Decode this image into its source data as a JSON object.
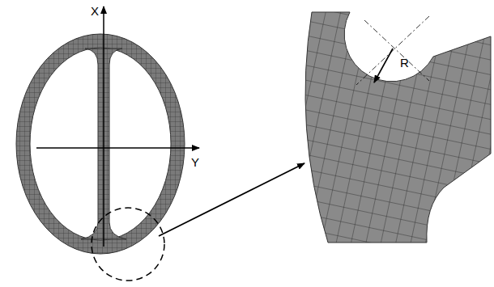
{
  "diagram": {
    "labels": [
      "X",
      "Y",
      "R"
    ]
  }
}
